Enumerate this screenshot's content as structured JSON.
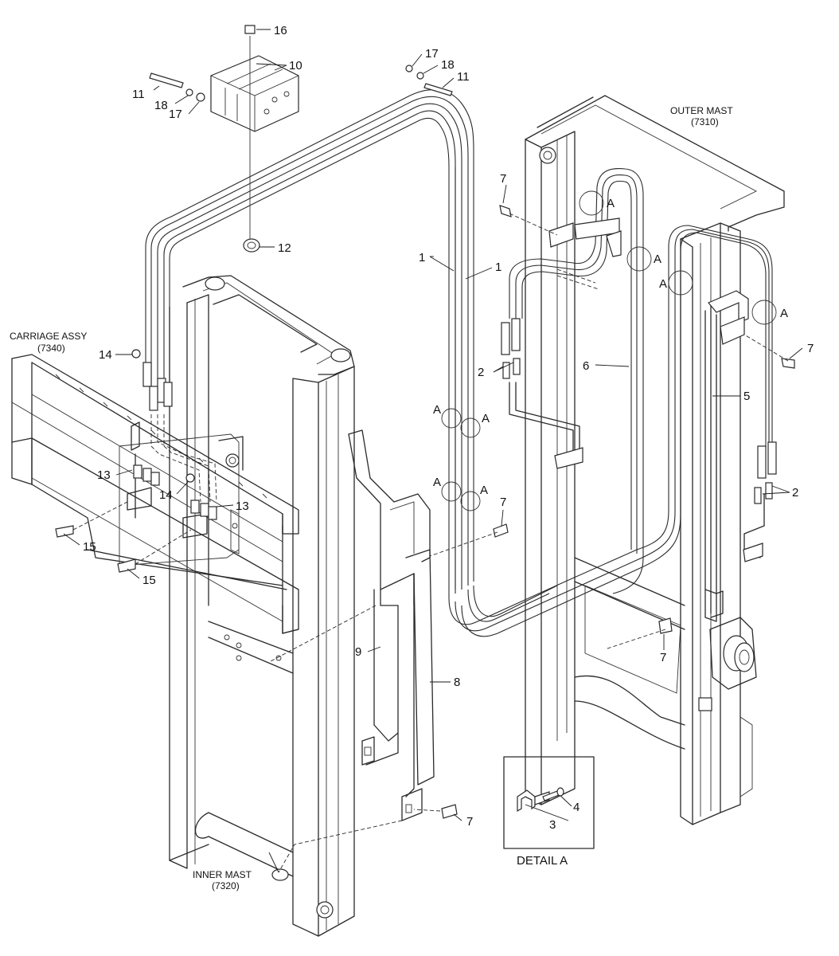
{
  "assemblies": {
    "outer_mast_name": "OUTER MAST",
    "outer_mast_code": "(7310)",
    "carriage_name": "CARRIAGE ASSY",
    "carriage_code": "(7340)",
    "inner_mast_name": "INNER MAST",
    "inner_mast_code": "(7320)"
  },
  "detail": {
    "title": "DETAIL A",
    "marker": "A"
  },
  "callouts": {
    "c1": "1",
    "c2": "2",
    "c3": "3",
    "c4": "4",
    "c5": "5",
    "c6": "6",
    "c7": "7",
    "c8": "8",
    "c9": "9",
    "c10": "10",
    "c11": "11",
    "c12": "12",
    "c13": "13",
    "c14": "14",
    "c15": "15",
    "c16": "16",
    "c17": "17",
    "c18": "18"
  }
}
